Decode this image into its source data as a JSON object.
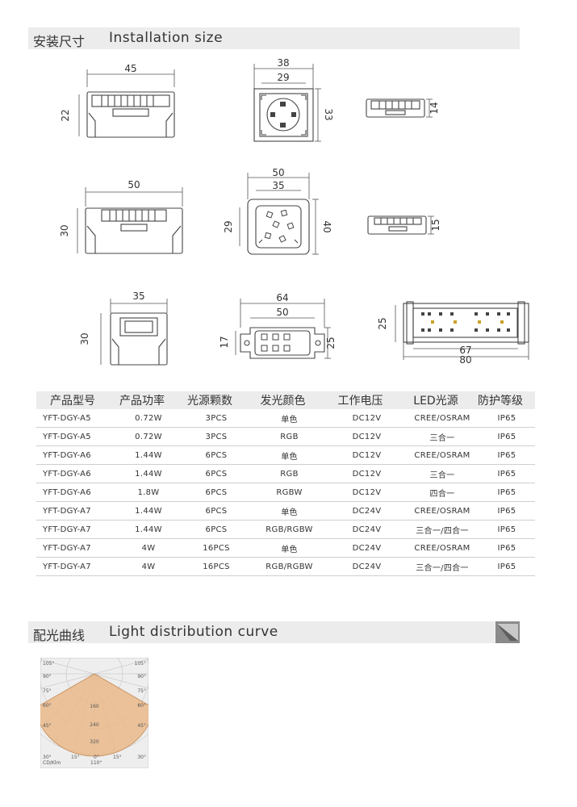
{
  "install_section": {
    "title_zh": "安装尺寸",
    "title_en": "Installation size"
  },
  "light_section": {
    "title_zh": "配光曲线",
    "title_en": "Light distribution curve"
  },
  "dimensions": {
    "r1": {
      "front_width": "45",
      "front_height": "22",
      "top_outer": "38",
      "top_inner": "29",
      "top_height": "33",
      "side_height": "14"
    },
    "r2": {
      "front_width": "50",
      "front_height": "30",
      "top_outer": "50",
      "top_inner": "35",
      "top_left": "29",
      "top_height": "40",
      "side_height": "15"
    },
    "r3": {
      "front_width": "35",
      "front_height": "30",
      "top_outer": "64",
      "top_inner": "50",
      "top_left": "17",
      "top_right": "25",
      "side_height": "25",
      "side_inner": "67",
      "side_outer": "80"
    }
  },
  "table": {
    "headers": [
      "产品型号",
      "产品功率",
      "光源颗数",
      "发光颜色",
      "工作电压",
      "LED光源",
      "防护等级"
    ],
    "rows": [
      [
        "YFT-DGY-A5",
        "0.72W",
        "3PCS",
        "单色",
        "DC12V",
        "CREE/OSRAM",
        "IP65"
      ],
      [
        "YFT-DGY-A5",
        "0.72W",
        "3PCS",
        "RGB",
        "DC12V",
        "三合一",
        "IP65"
      ],
      [
        "YFT-DGY-A6",
        "1.44W",
        "6PCS",
        "单色",
        "DC12V",
        "CREE/OSRAM",
        "IP65"
      ],
      [
        "YFT-DGY-A6",
        "1.44W",
        "6PCS",
        "RGB",
        "DC12V",
        "三合一",
        "IP65"
      ],
      [
        "YFT-DGY-A6",
        "1.8W",
        "6PCS",
        "RGBW",
        "DC12V",
        "四合一",
        "IP65"
      ],
      [
        "YFT-DGY-A7",
        "1.44W",
        "6PCS",
        "单色",
        "DC24V",
        "CREE/OSRAM",
        "IP65"
      ],
      [
        "YFT-DGY-A7",
        "1.44W",
        "6PCS",
        "RGB/RGBW",
        "DC24V",
        "三合一/四合一",
        "IP65"
      ],
      [
        "YFT-DGY-A7",
        "4W",
        "16PCS",
        "单色",
        "DC24V",
        "CREE/OSRAM",
        "IP65"
      ],
      [
        "YFT-DGY-A7",
        "4W",
        "16PCS",
        "RGB/RGBW",
        "DC24V",
        "三合一/四合一",
        "IP65"
      ]
    ]
  },
  "polar": {
    "angles_left": [
      "105°",
      "90°",
      "75°",
      "60°",
      "45°",
      "30°"
    ],
    "angles_right": [
      "105°",
      "90°",
      "75°",
      "60°",
      "45°",
      "30°"
    ],
    "bottom_ticks": [
      "15°",
      "0°",
      "15°"
    ],
    "rings": [
      "160",
      "240",
      "320"
    ],
    "unit": "CD/Klm",
    "beam_angle": "110°",
    "fill_color": "#e9b98a"
  }
}
